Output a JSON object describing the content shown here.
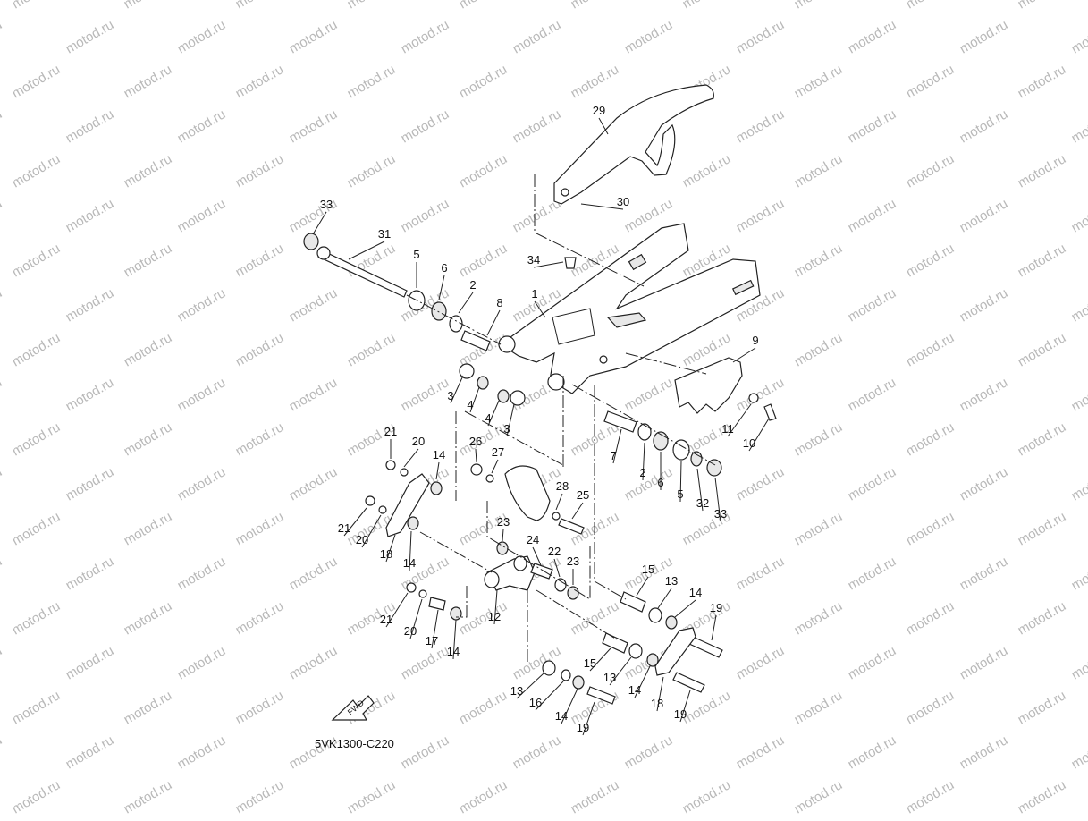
{
  "watermark": "motod.ru",
  "diagram_code": "5VK1300-C220",
  "fwd_label": "FWD",
  "callouts": [
    {
      "id": "c29",
      "label": "29"
    },
    {
      "id": "c30",
      "label": "30"
    },
    {
      "id": "c33a",
      "label": "33"
    },
    {
      "id": "c31",
      "label": "31"
    },
    {
      "id": "c34",
      "label": "34"
    },
    {
      "id": "c5a",
      "label": "5"
    },
    {
      "id": "c6a",
      "label": "6"
    },
    {
      "id": "c2a",
      "label": "2"
    },
    {
      "id": "c1",
      "label": "1"
    },
    {
      "id": "c8",
      "label": "8"
    },
    {
      "id": "c9",
      "label": "9"
    },
    {
      "id": "c3a",
      "label": "3"
    },
    {
      "id": "c4a",
      "label": "4"
    },
    {
      "id": "c4b",
      "label": "4"
    },
    {
      "id": "c3b",
      "label": "3"
    },
    {
      "id": "c11",
      "label": "11"
    },
    {
      "id": "c10",
      "label": "10"
    },
    {
      "id": "c21a",
      "label": "21"
    },
    {
      "id": "c20a",
      "label": "20"
    },
    {
      "id": "c26",
      "label": "26"
    },
    {
      "id": "c27",
      "label": "27"
    },
    {
      "id": "c14a",
      "label": "14"
    },
    {
      "id": "c7",
      "label": "7"
    },
    {
      "id": "c2b",
      "label": "2"
    },
    {
      "id": "c6b",
      "label": "6"
    },
    {
      "id": "c5b",
      "label": "5"
    },
    {
      "id": "c32",
      "label": "32"
    },
    {
      "id": "c33b",
      "label": "33"
    },
    {
      "id": "c28",
      "label": "28"
    },
    {
      "id": "c25",
      "label": "25"
    },
    {
      "id": "c21b",
      "label": "21"
    },
    {
      "id": "c20b",
      "label": "20"
    },
    {
      "id": "c18a",
      "label": "18"
    },
    {
      "id": "c14b",
      "label": "14"
    },
    {
      "id": "c23a",
      "label": "23"
    },
    {
      "id": "c24",
      "label": "24"
    },
    {
      "id": "c22",
      "label": "22"
    },
    {
      "id": "c23b",
      "label": "23"
    },
    {
      "id": "c15a",
      "label": "15"
    },
    {
      "id": "c13a",
      "label": "13"
    },
    {
      "id": "c14c",
      "label": "14"
    },
    {
      "id": "c19a",
      "label": "19"
    },
    {
      "id": "c21c",
      "label": "21"
    },
    {
      "id": "c20c",
      "label": "20"
    },
    {
      "id": "c17",
      "label": "17"
    },
    {
      "id": "c14d",
      "label": "14"
    },
    {
      "id": "c12",
      "label": "12"
    },
    {
      "id": "c15b",
      "label": "15"
    },
    {
      "id": "c13b",
      "label": "13"
    },
    {
      "id": "c13c",
      "label": "13"
    },
    {
      "id": "c16",
      "label": "16"
    },
    {
      "id": "c14e",
      "label": "14"
    },
    {
      "id": "c19b",
      "label": "19"
    },
    {
      "id": "c14f",
      "label": "14"
    },
    {
      "id": "c18b",
      "label": "18"
    },
    {
      "id": "c19c",
      "label": "19"
    }
  ]
}
